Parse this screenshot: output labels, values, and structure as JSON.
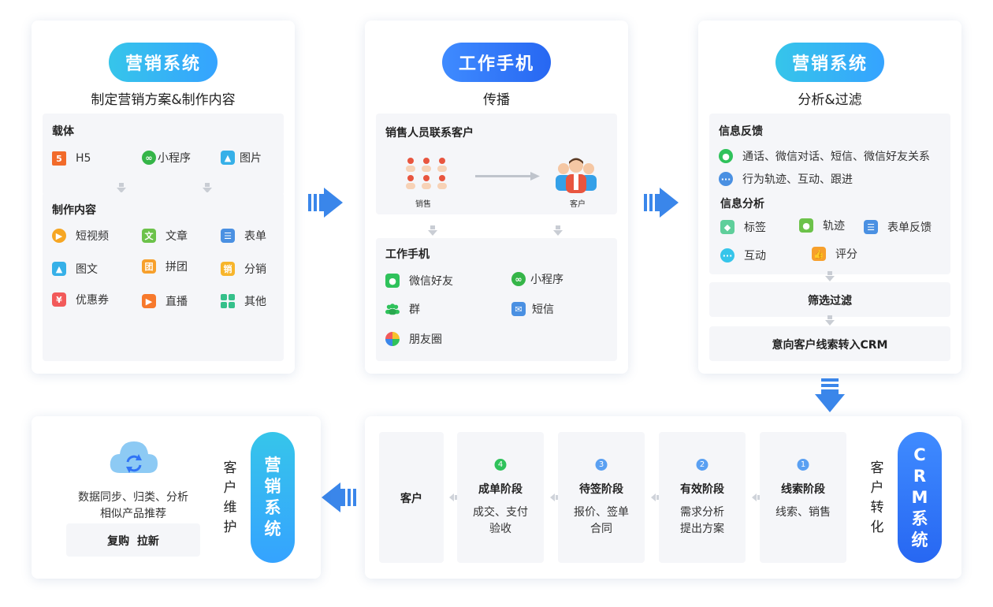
{
  "card1": {
    "pill": "营销系统",
    "subtitle": "制定营销方案&制作内容",
    "carrier": {
      "title": "载体",
      "items": [
        "H5",
        "小程序",
        "图片"
      ]
    },
    "content": {
      "title": "制作内容",
      "items": [
        "短视频",
        "文章",
        "表单",
        "图文",
        "拼团",
        "分销",
        "优惠券",
        "直播",
        "其他"
      ]
    },
    "icon_glyphs": {
      "h5": "5",
      "wen": "文",
      "tuan": "团",
      "xiao": "销",
      "quan": "¥"
    }
  },
  "card2": {
    "pill": "工作手机",
    "subtitle": "传播",
    "contact": {
      "title": "销售人员联系客户",
      "sales": "销售",
      "customer": "客户"
    },
    "phone": {
      "title": "工作手机",
      "items": [
        "微信好友",
        "小程序",
        "群",
        "短信",
        "朋友圈"
      ]
    }
  },
  "card3": {
    "pill": "营销系统",
    "subtitle": "分析&过滤",
    "feedback": {
      "title": "信息反馈",
      "items": [
        "通话、微信对话、短信、微信好友关系",
        "行为轨迹、互动、跟进"
      ]
    },
    "analysis": {
      "title": "信息分析",
      "items": [
        "标签",
        "轨迹",
        "表单反馈",
        "互动",
        "评分"
      ]
    },
    "filter": "筛选过滤",
    "convert": "意向客户线索转入CRM"
  },
  "card4": {
    "vlabel": "客户转化",
    "crm_pill": [
      "C",
      "R",
      "M",
      "系",
      "统"
    ],
    "stages": [
      {
        "num": "1",
        "name": "线索阶段",
        "desc": [
          "线索、销售"
        ]
      },
      {
        "num": "2",
        "name": "有效阶段",
        "desc": [
          "需求分析",
          "提出方案"
        ]
      },
      {
        "num": "3",
        "name": "待签阶段",
        "desc": [
          "报价、签单",
          "合同"
        ]
      },
      {
        "num": "4",
        "name": "成单阶段",
        "desc": [
          "成交、支付",
          "验收"
        ]
      }
    ],
    "customer": "客户"
  },
  "card5": {
    "text1": "数据同步、归类、分析",
    "text2": "相似产品推荐",
    "box": "复购  拉新",
    "vlabel": "客户维护",
    "pill": [
      "营",
      "销",
      "系",
      "统"
    ]
  },
  "colors": {
    "cyan": "#36c5ea",
    "blue": "#2f74f6",
    "green": "#2fc25b",
    "arrow": "#3a86ea"
  }
}
